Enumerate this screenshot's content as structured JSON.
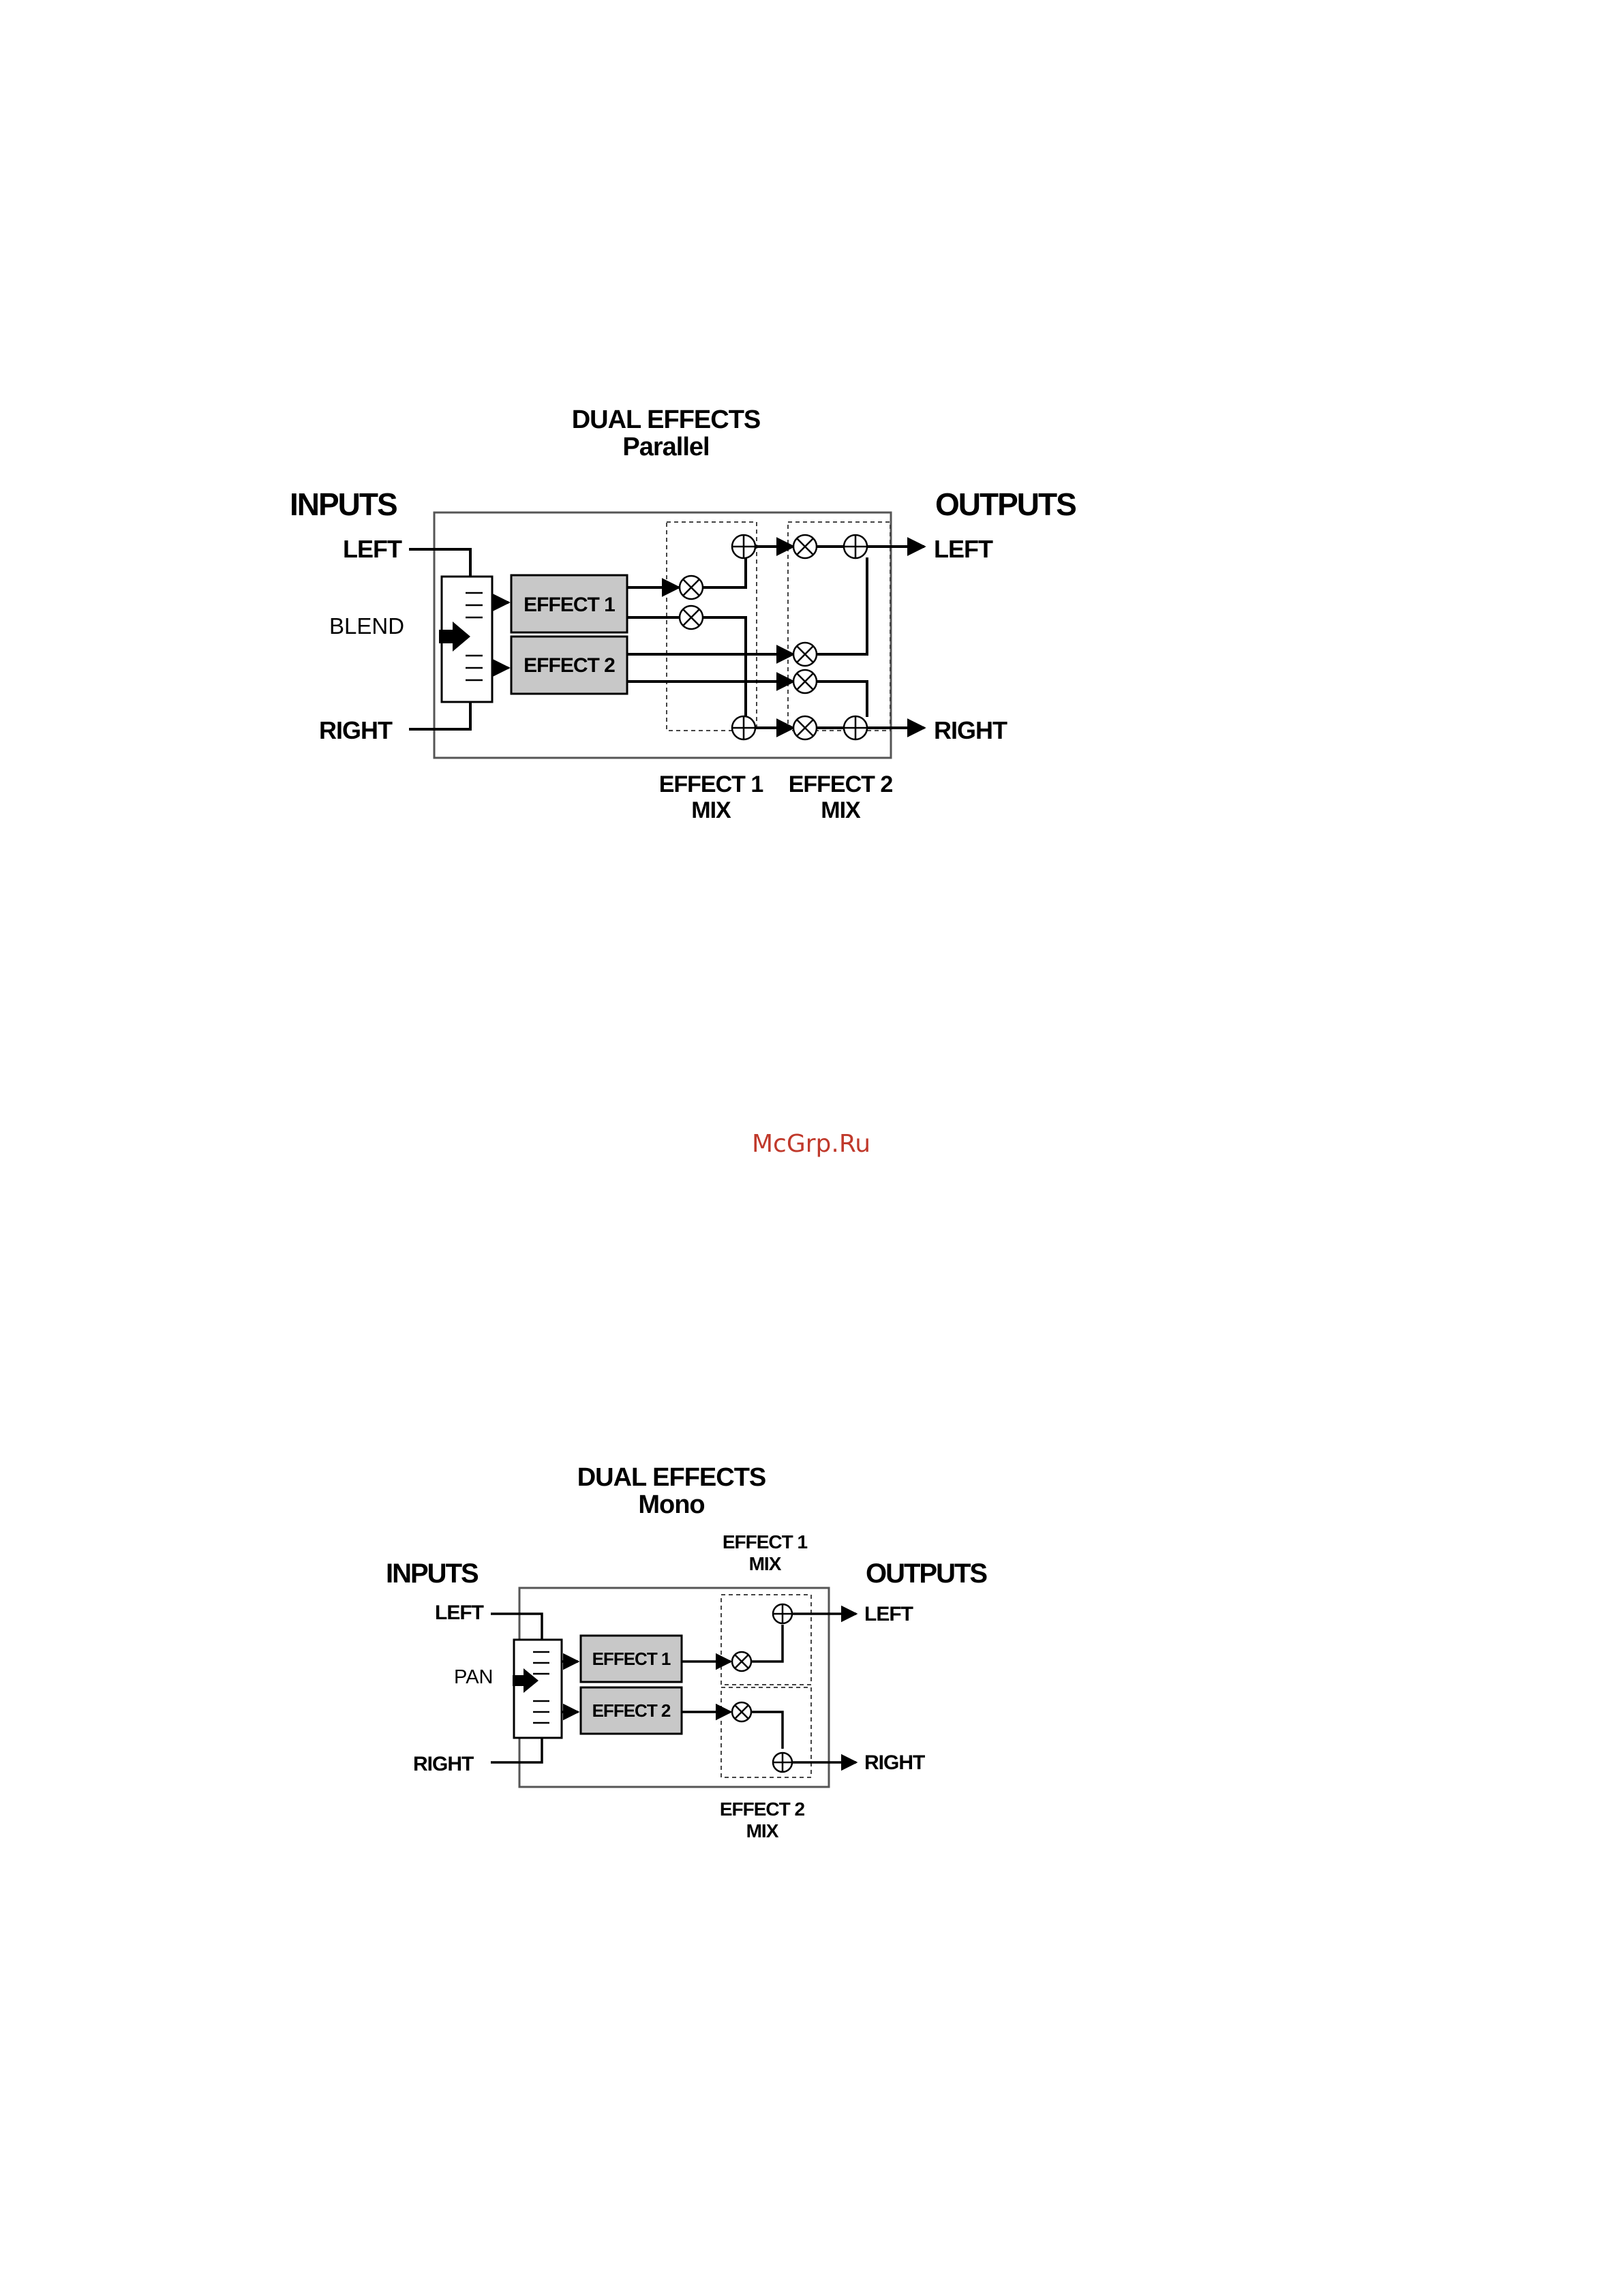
{
  "diagram_parallel": {
    "title": "DUAL EFFECTS",
    "subtitle": "Parallel",
    "inputs_label": "INPUTS",
    "outputs_label": "OUTPUTS",
    "input_left": "LEFT",
    "input_right": "RIGHT",
    "control_label": "BLEND",
    "effect1": "EFFECT 1",
    "effect2": "EFFECT 2",
    "output_left": "LEFT",
    "output_right": "RIGHT",
    "mix1_line1": "EFFECT 1",
    "mix1_line2": "MIX",
    "mix2_line1": "EFFECT 2",
    "mix2_line2": "MIX"
  },
  "watermark": "McGrp.Ru",
  "diagram_mono": {
    "title": "DUAL EFFECTS",
    "subtitle": "Mono",
    "inputs_label": "INPUTS",
    "outputs_label": "OUTPUTS",
    "input_left": "LEFT",
    "input_right": "RIGHT",
    "control_label": "PAN",
    "effect1": "EFFECT 1",
    "effect2": "EFFECT 2",
    "output_left": "LEFT",
    "output_right": "RIGHT",
    "mix1_line1": "EFFECT 1",
    "mix1_line2": "MIX",
    "mix2_line1": "EFFECT 2",
    "mix2_line2": "MIX"
  }
}
